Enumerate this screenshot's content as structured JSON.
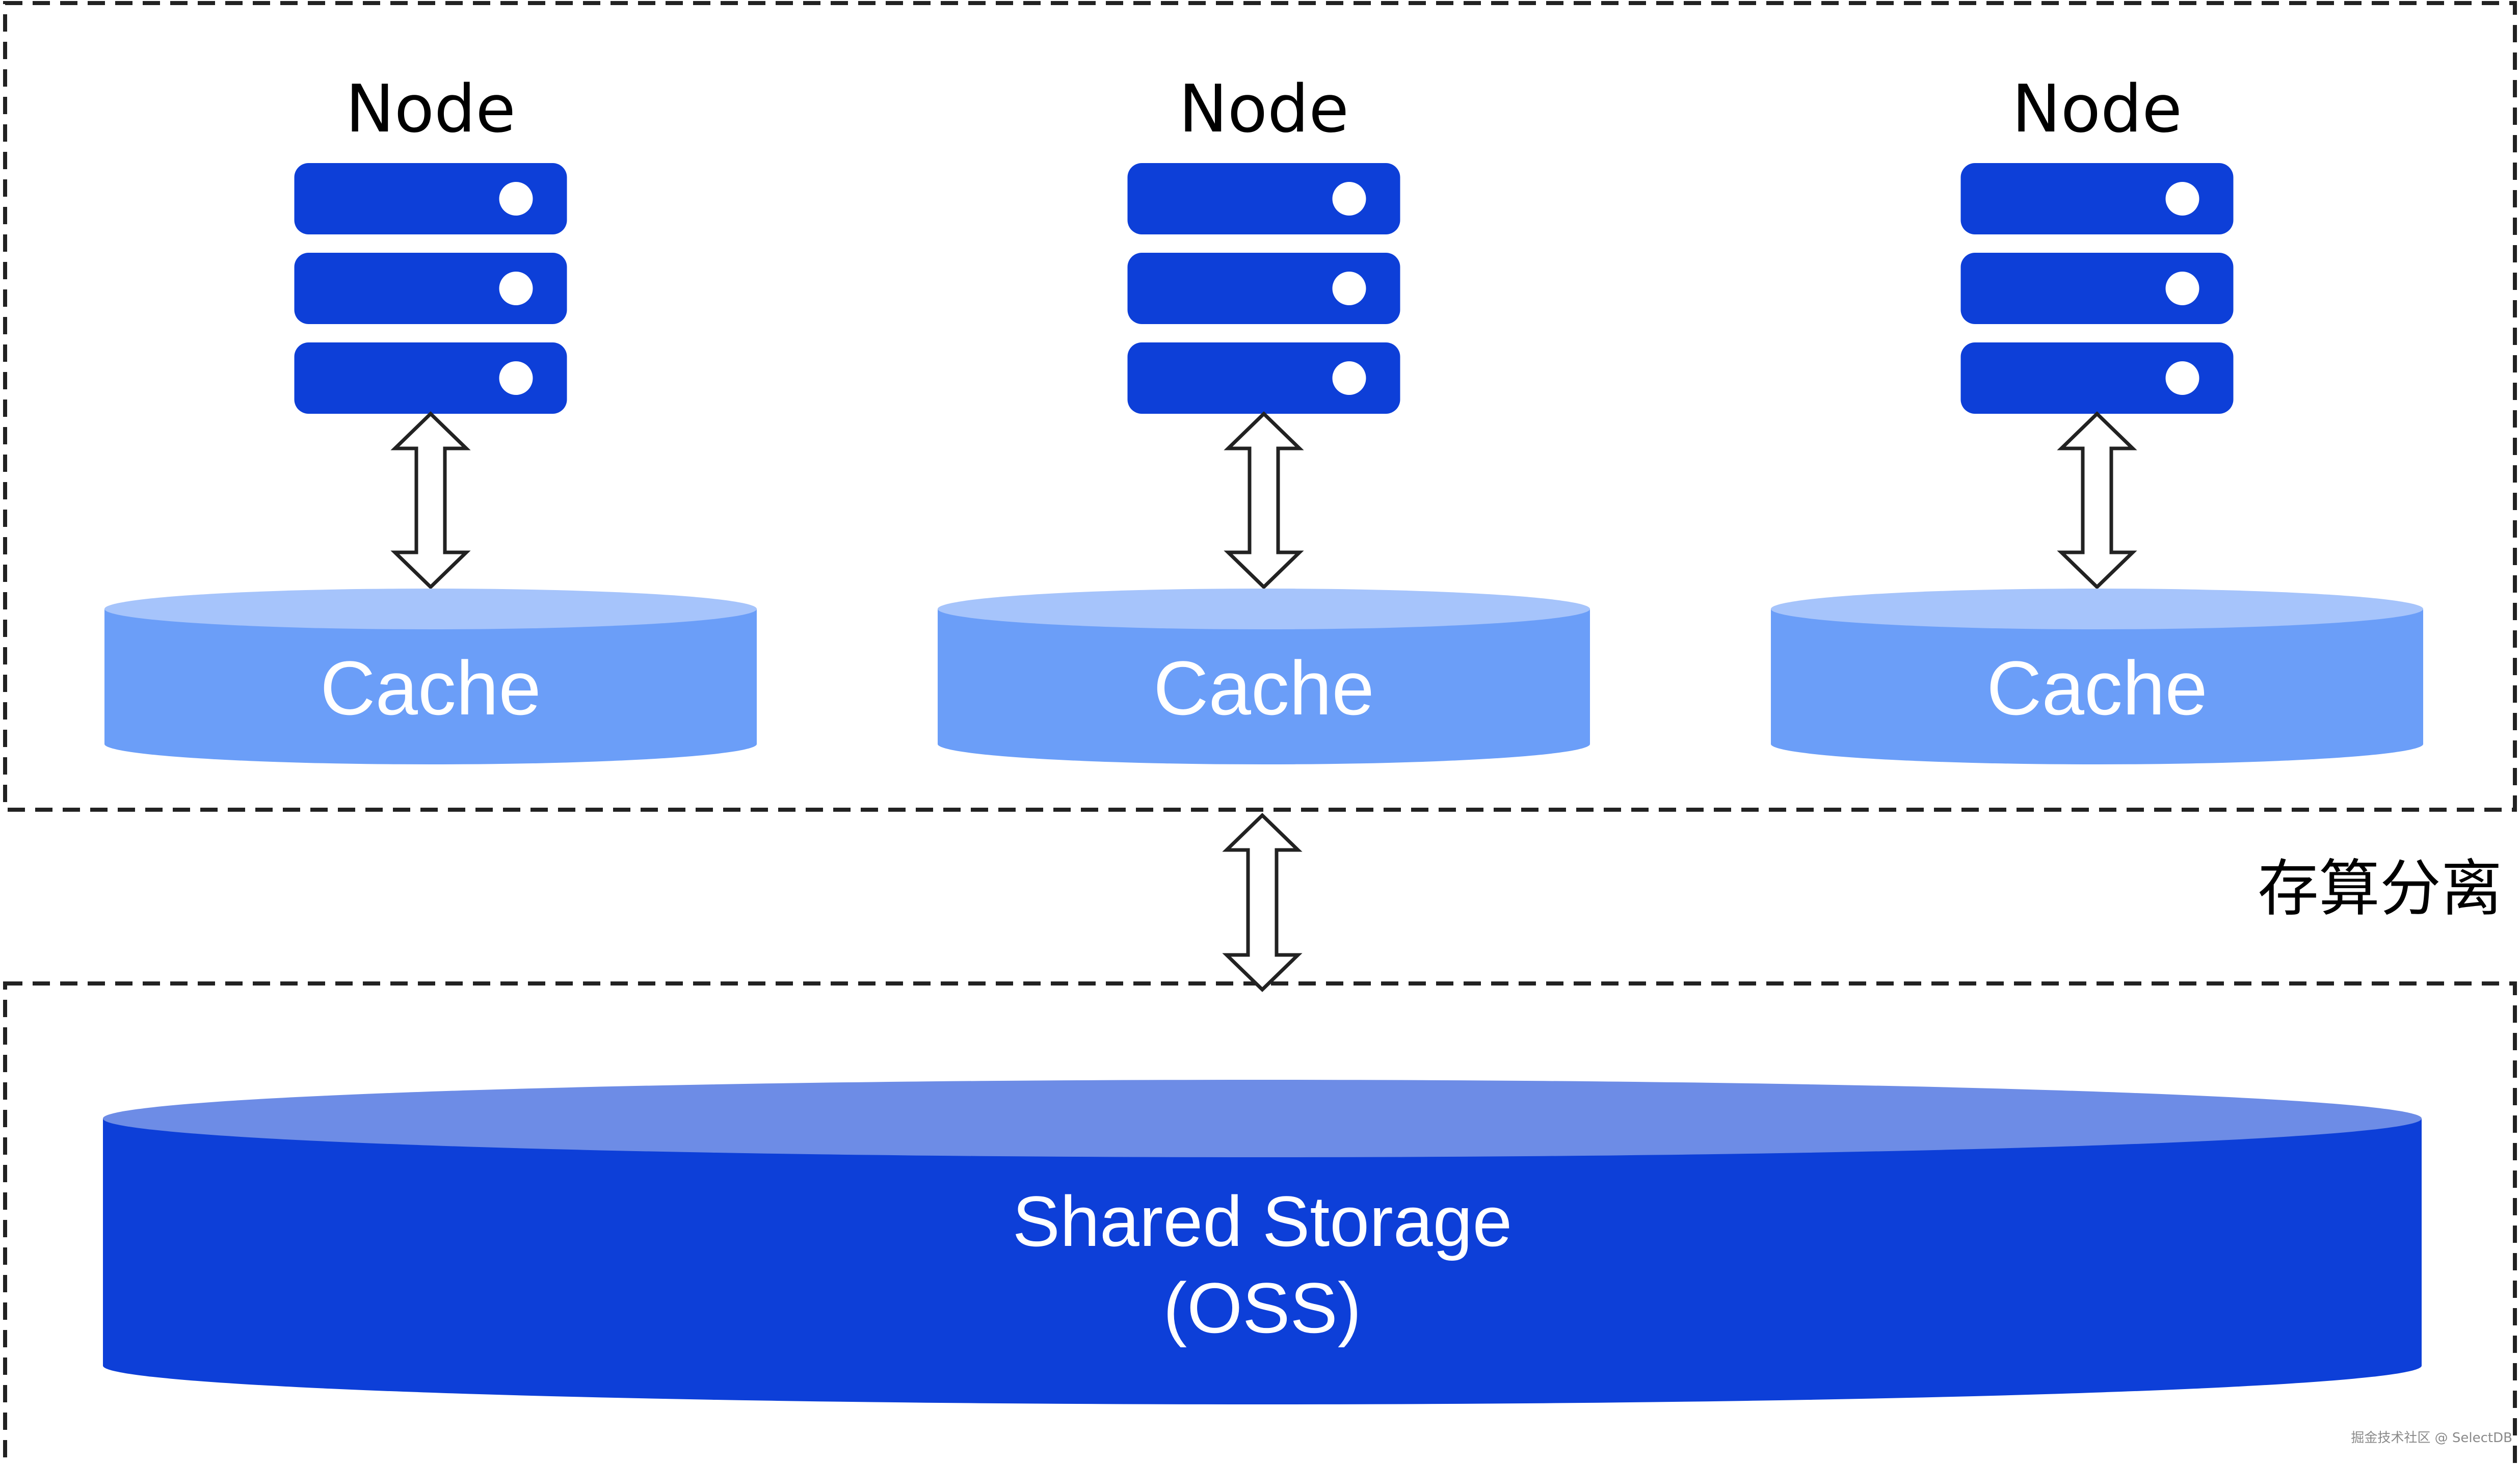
{
  "colors": {
    "server_blue": "#0d3fd8",
    "server_dot": "#ffffff",
    "cache_side": "#6b9ef8",
    "cache_top": "#a6c4fb",
    "storage_side": "#0d3fd8",
    "storage_top": "#6d8ce6",
    "dashed_border": "#222222",
    "arrow_fill": "#ffffff",
    "arrow_stroke": "#222222"
  },
  "compute_layer": {
    "nodes": [
      {
        "label": "Node",
        "icon": "server-rack-icon",
        "cache_label": "Cache"
      },
      {
        "label": "Node",
        "icon": "server-rack-icon",
        "cache_label": "Cache"
      },
      {
        "label": "Node",
        "icon": "server-rack-icon",
        "cache_label": "Cache"
      }
    ]
  },
  "separation_label": "存算分离",
  "storage_layer": {
    "label_line1": "Shared Storage",
    "label_line2": "(OSS)"
  },
  "watermark": "掘金技术社区 @ SelectDB"
}
